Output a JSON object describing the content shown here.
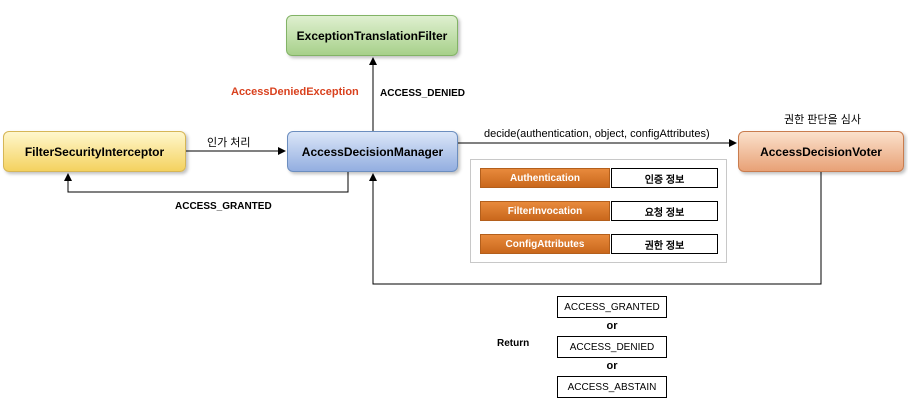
{
  "nodes": {
    "exception_translation_filter": "ExceptionTranslationFilter",
    "filter_security_interceptor": "FilterSecurityInterceptor",
    "access_decision_manager": "AccessDecisionManager",
    "access_decision_voter": "AccessDecisionVoter"
  },
  "edges": {
    "request_label": "인가 처리",
    "granted_label": "ACCESS_GRANTED",
    "denied_label": "ACCESS_DENIED",
    "exception_label": "AccessDeniedException",
    "decide_label": "decide(authentication, object, configAttributes)",
    "voter_caption": "권한 판단을 심사"
  },
  "info_panel": [
    {
      "key": "Authentication",
      "value": "인증 정보"
    },
    {
      "key": "FilterInvocation",
      "value": "요청 정보"
    },
    {
      "key": "ConfigAttributes",
      "value": "권한 정보"
    }
  ],
  "return_section": {
    "label": "Return",
    "options": [
      "ACCESS_GRANTED",
      "ACCESS_DENIED",
      "ACCESS_ABSTAIN"
    ],
    "separator": "or"
  },
  "colors": {
    "etf_fill": "#a7d08a",
    "fsi_fill": "#f4d25f",
    "adm_fill": "#93aee0",
    "adv_fill": "#e8a176",
    "info_key_fill": "#d9772b",
    "exception_text": "#d9411e"
  }
}
